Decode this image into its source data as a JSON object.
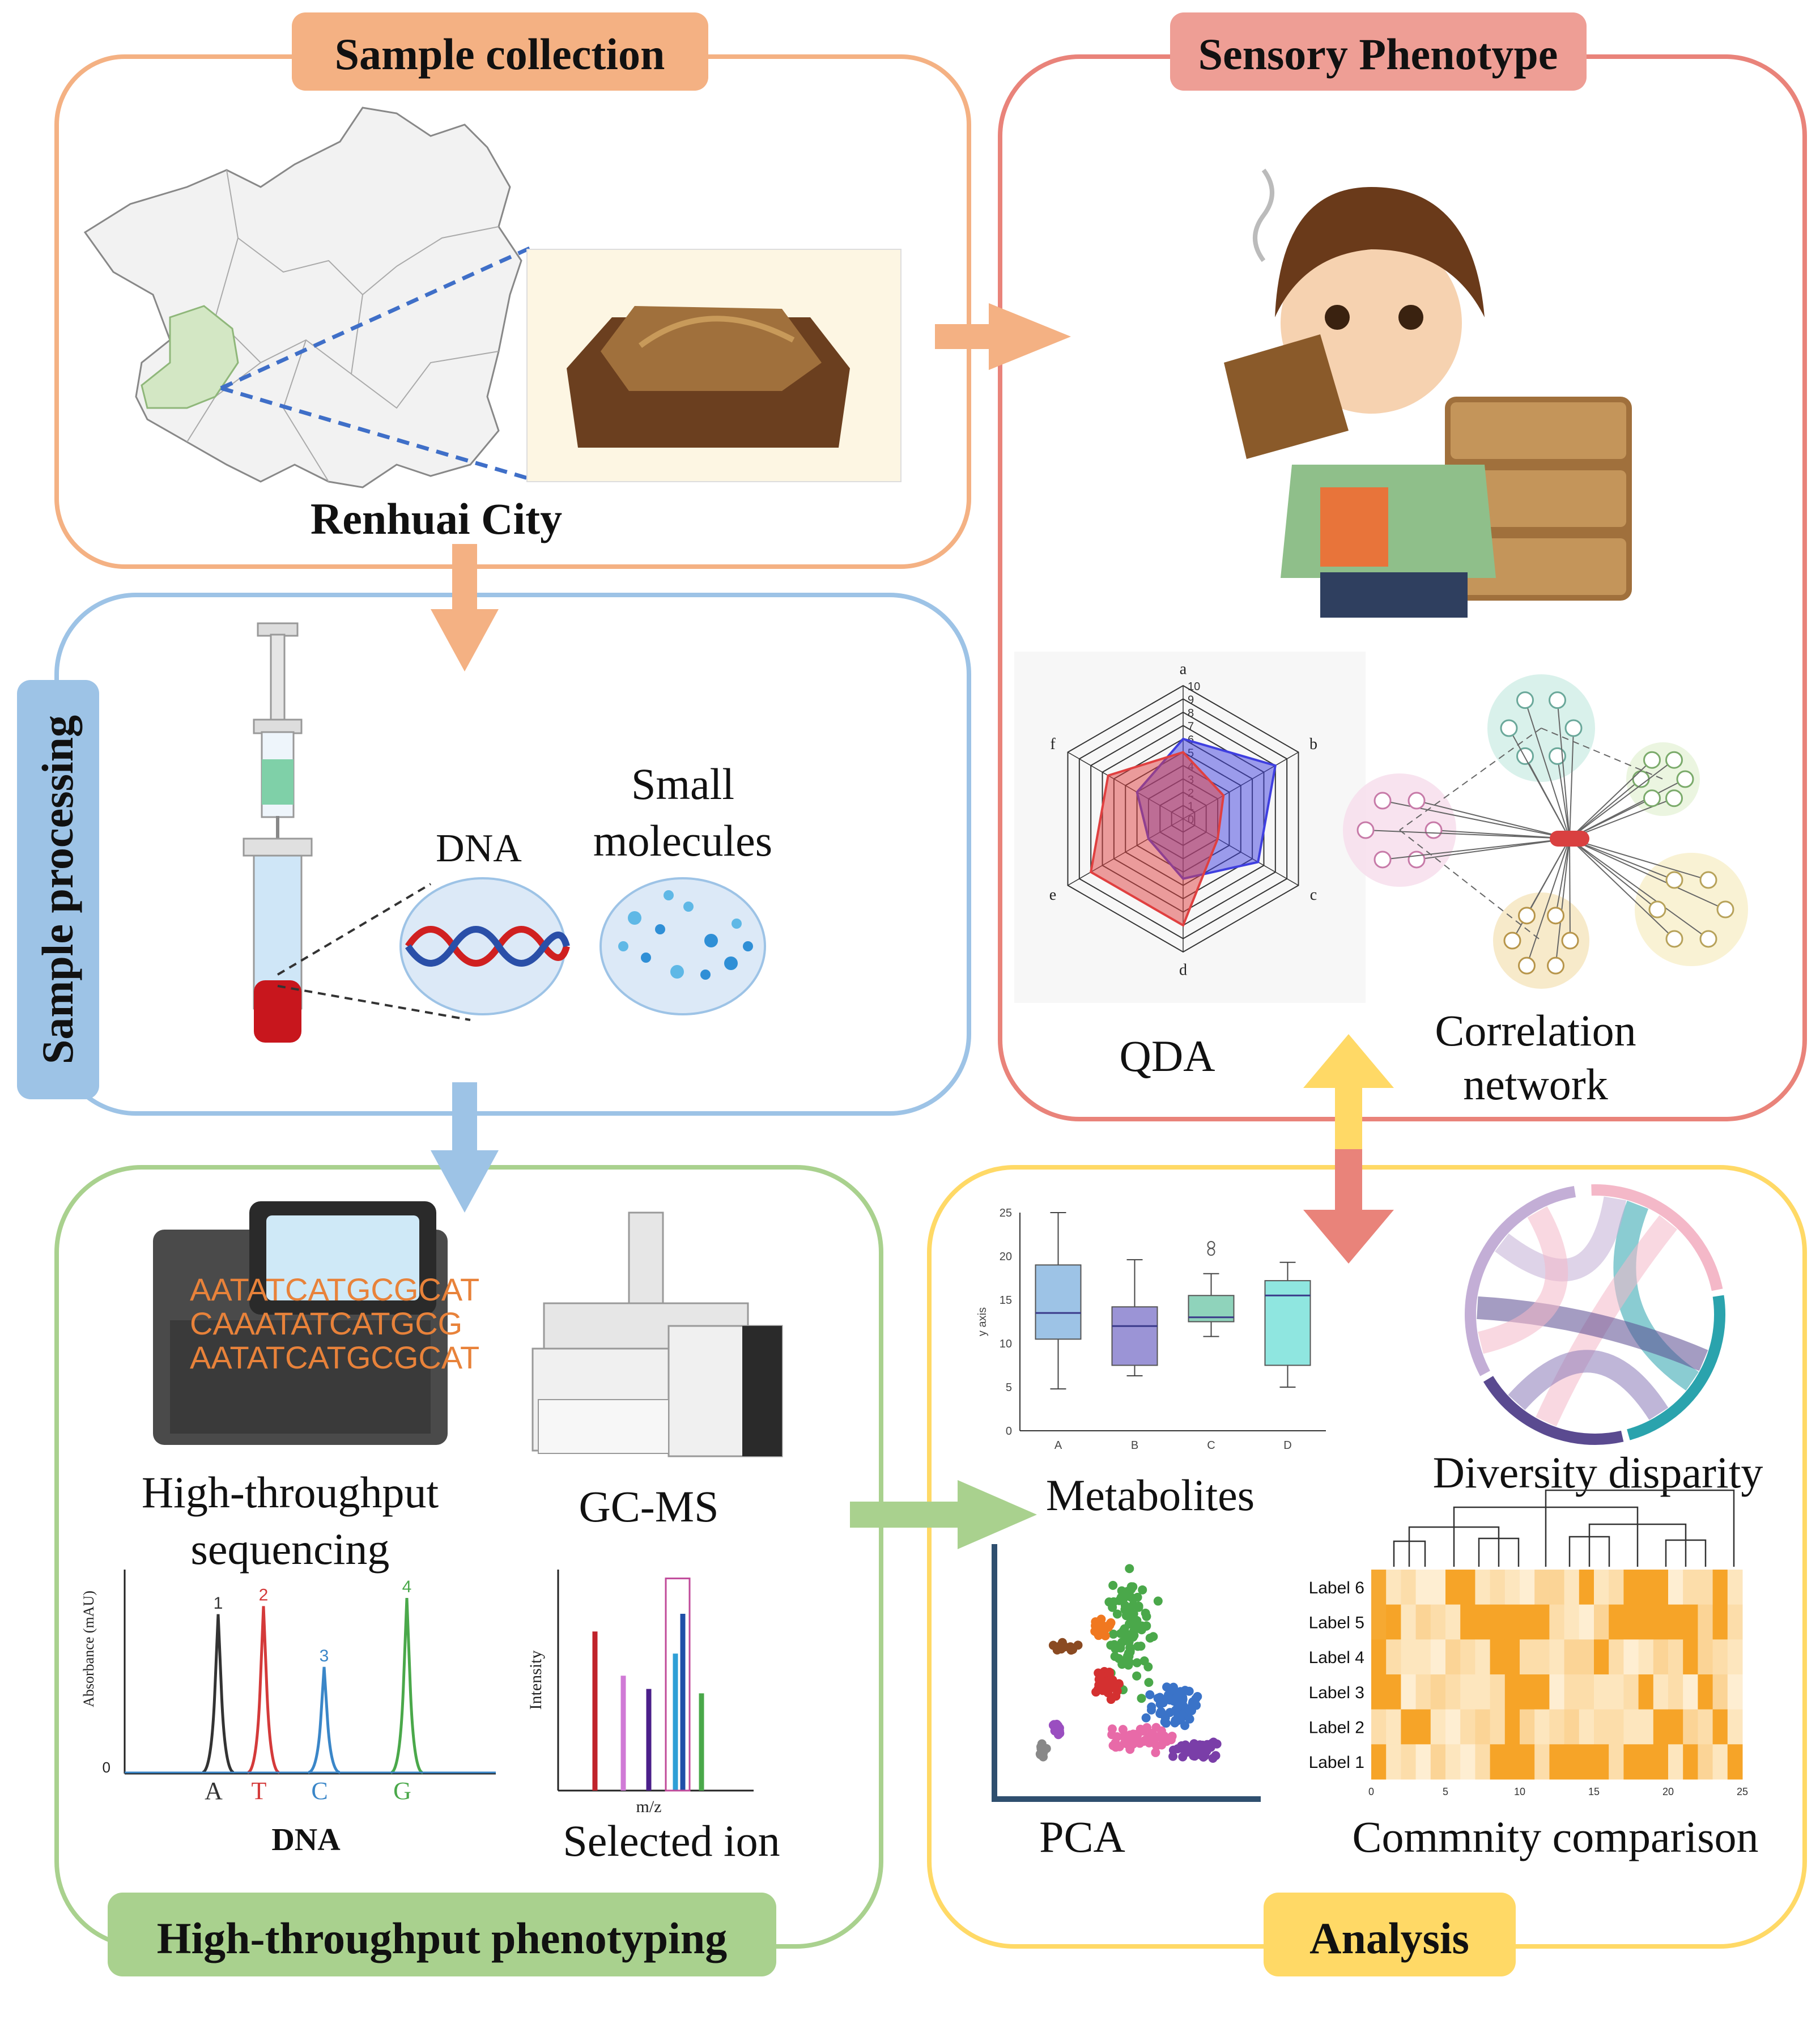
{
  "panels": {
    "sample_collection": {
      "title": "Sample collection",
      "map_label": "Renhuai City"
    },
    "sensory": {
      "title": "Sensory Phenotype",
      "qda_label": "QDA",
      "network_label_line1": "Correlation",
      "network_label_line2": "network"
    },
    "processing": {
      "title": "Sample processing",
      "dna_label": "DNA",
      "small_mol_line1": "Small",
      "small_mol_line2": "molecules"
    },
    "htp": {
      "title": "High-throughput phenotyping",
      "seq_line1": "High-throughput",
      "seq_line2": "sequencing",
      "gcms_label": "GC-MS",
      "dna_chart_label": "DNA",
      "ion_label": "Selected ion"
    },
    "analysis": {
      "title": "Analysis",
      "metabolites_label": "Metabolites",
      "diversity_label": "Diversity disparity",
      "pca_label": "PCA",
      "community_label": "Commnity comparison"
    }
  },
  "sequencer_text": [
    "AATATCATGCGCAT",
    "CAAATATCATGCG",
    "AATATCATGCGCAT"
  ],
  "colors": {
    "orange_title": "#f4b183",
    "pink_title": "#ee9e95",
    "blue_title": "#9dc3e6",
    "green_title": "#a9d18e",
    "yellow_title": "#ffd966",
    "orange_border": "#f4b183",
    "red_border": "#e9837a",
    "blue_border": "#9dc3e6",
    "green_border": "#a9d18e",
    "yellow_border": "#ffd966"
  },
  "chart_data": [
    {
      "type": "radar",
      "axes": [
        "a",
        "b",
        "c",
        "d",
        "e",
        "f"
      ],
      "rlim": [
        0,
        10
      ],
      "ticks": [
        "0",
        "1",
        "2",
        "3",
        "4",
        "5",
        "6",
        "7",
        "8",
        "9",
        "10"
      ],
      "series": [
        {
          "color": "#3f3fe0",
          "values": [
            6.0,
            8.0,
            6.5,
            4.5,
            3.0,
            4.0
          ]
        },
        {
          "color": "#e04040",
          "values": [
            5.0,
            3.5,
            3.0,
            8.0,
            8.0,
            6.5
          ]
        }
      ]
    },
    {
      "type": "boxplot",
      "categories": [
        "A",
        "B",
        "C",
        "D"
      ],
      "ylabel": "y axis",
      "ylim": [
        0,
        25
      ],
      "yticks": [
        "0",
        "5",
        "10",
        "15",
        "20",
        "25"
      ],
      "boxes": [
        {
          "min": 4.8,
          "q1": 10.5,
          "median": 13.5,
          "q3": 19,
          "max": 25,
          "color": "#9dc3e6"
        },
        {
          "min": 6.3,
          "q1": 7.5,
          "median": 12,
          "q3": 14.2,
          "max": 19.6,
          "color": "#9b94d6"
        },
        {
          "min": 10.8,
          "q1": 12.5,
          "median": 13,
          "q3": 15.5,
          "max": 18,
          "outliers": [
            20.5,
            21.3
          ],
          "color": "#8fd3bb"
        },
        {
          "min": 5,
          "q1": 7.5,
          "median": 15.5,
          "q3": 17.2,
          "max": 19.3,
          "color": "#8fe6e0"
        }
      ]
    },
    {
      "type": "line",
      "title": "",
      "xlabel": "DNA",
      "ylabel": "Absorbance (mAU)",
      "yticks": [
        "0"
      ],
      "bases": [
        "A",
        "T",
        "C",
        "G"
      ],
      "peak_labels": [
        "1",
        "2",
        "3",
        "4"
      ],
      "peak_colors": [
        "#333333",
        "#d43a3a",
        "#3a86c8",
        "#4aa84a"
      ],
      "peak_heights": [
        0.78,
        0.82,
        0.52,
        0.86
      ]
    },
    {
      "type": "bar",
      "xlabel": "m/z",
      "ylabel": "Intensity",
      "values": [
        0.72,
        0.52,
        0.46,
        0.62,
        0.8,
        0.44
      ],
      "colors": [
        "#c0232b",
        "#d07ad6",
        "#4b1f8a",
        "#2f9fd6",
        "#1f4fa8",
        "#4aa84a"
      ]
    },
    {
      "type": "heatmap",
      "rows": [
        "Label 6",
        "Label 5",
        "Label 4",
        "Label 3",
        "Label 2",
        "Label 1"
      ],
      "xticks": [
        "0",
        "5",
        "10",
        "15",
        "20",
        "25"
      ],
      "ncols": 25,
      "values": [
        [
          0.9,
          0.2,
          0.3,
          0.1,
          0.1,
          0.95,
          0.95,
          0.2,
          0.3,
          0.2,
          0.1,
          0.4,
          0.4,
          0.2,
          0.95,
          0.2,
          0.3,
          0.95,
          0.95,
          0.95,
          0.1,
          0.3,
          0.3,
          0.95,
          0.2
        ],
        [
          0.9,
          0.95,
          0.2,
          0.4,
          0.3,
          0.2,
          0.95,
          0.95,
          0.95,
          0.95,
          0.95,
          0.95,
          0.3,
          0.2,
          0.1,
          0.4,
          0.95,
          0.95,
          0.95,
          0.95,
          0.95,
          0.95,
          0.4,
          0.95,
          0.3
        ],
        [
          0.95,
          0.3,
          0.2,
          0.2,
          0.1,
          0.4,
          0.3,
          0.2,
          0.95,
          0.95,
          0.3,
          0.3,
          0.2,
          0.4,
          0.4,
          0.95,
          0.3,
          0.1,
          0.2,
          0.4,
          0.3,
          0.95,
          0.4,
          0.3,
          0.2
        ],
        [
          0.95,
          0.95,
          0.1,
          0.3,
          0.4,
          0.3,
          0.2,
          0.2,
          0.3,
          0.95,
          0.95,
          0.95,
          0.1,
          0.3,
          0.3,
          0.2,
          0.2,
          0.3,
          0.95,
          0.2,
          0.3,
          0.1,
          0.95,
          0.4,
          0.1
        ],
        [
          0.3,
          0.2,
          0.95,
          0.95,
          0.2,
          0.1,
          0.3,
          0.4,
          0.3,
          0.95,
          0.4,
          0.2,
          0.3,
          0.4,
          0.2,
          0.3,
          0.3,
          0.2,
          0.2,
          0.95,
          0.95,
          0.4,
          0.3,
          0.95,
          0.2
        ],
        [
          0.95,
          0.2,
          0.3,
          0.1,
          0.4,
          0.2,
          0.1,
          0.3,
          0.95,
          0.95,
          0.95,
          0.3,
          0.95,
          0.95,
          0.95,
          0.95,
          0.3,
          0.95,
          0.95,
          0.95,
          0.2,
          0.95,
          0.4,
          0.2,
          0.95
        ]
      ]
    },
    {
      "type": "scatter",
      "title": "PCA",
      "clusters": [
        {
          "color": "#4aa84a",
          "n": 90
        },
        {
          "color": "#3a73c8",
          "n": 70
        },
        {
          "color": "#e86aa8",
          "n": 60
        },
        {
          "color": "#7a3ea8",
          "n": 40
        },
        {
          "color": "#d43030",
          "n": 40
        },
        {
          "color": "#f07820",
          "n": 20
        },
        {
          "color": "#8a4a22",
          "n": 12
        },
        {
          "color": "#888888",
          "n": 12
        },
        {
          "color": "#9a4ec0",
          "n": 12
        }
      ]
    }
  ]
}
